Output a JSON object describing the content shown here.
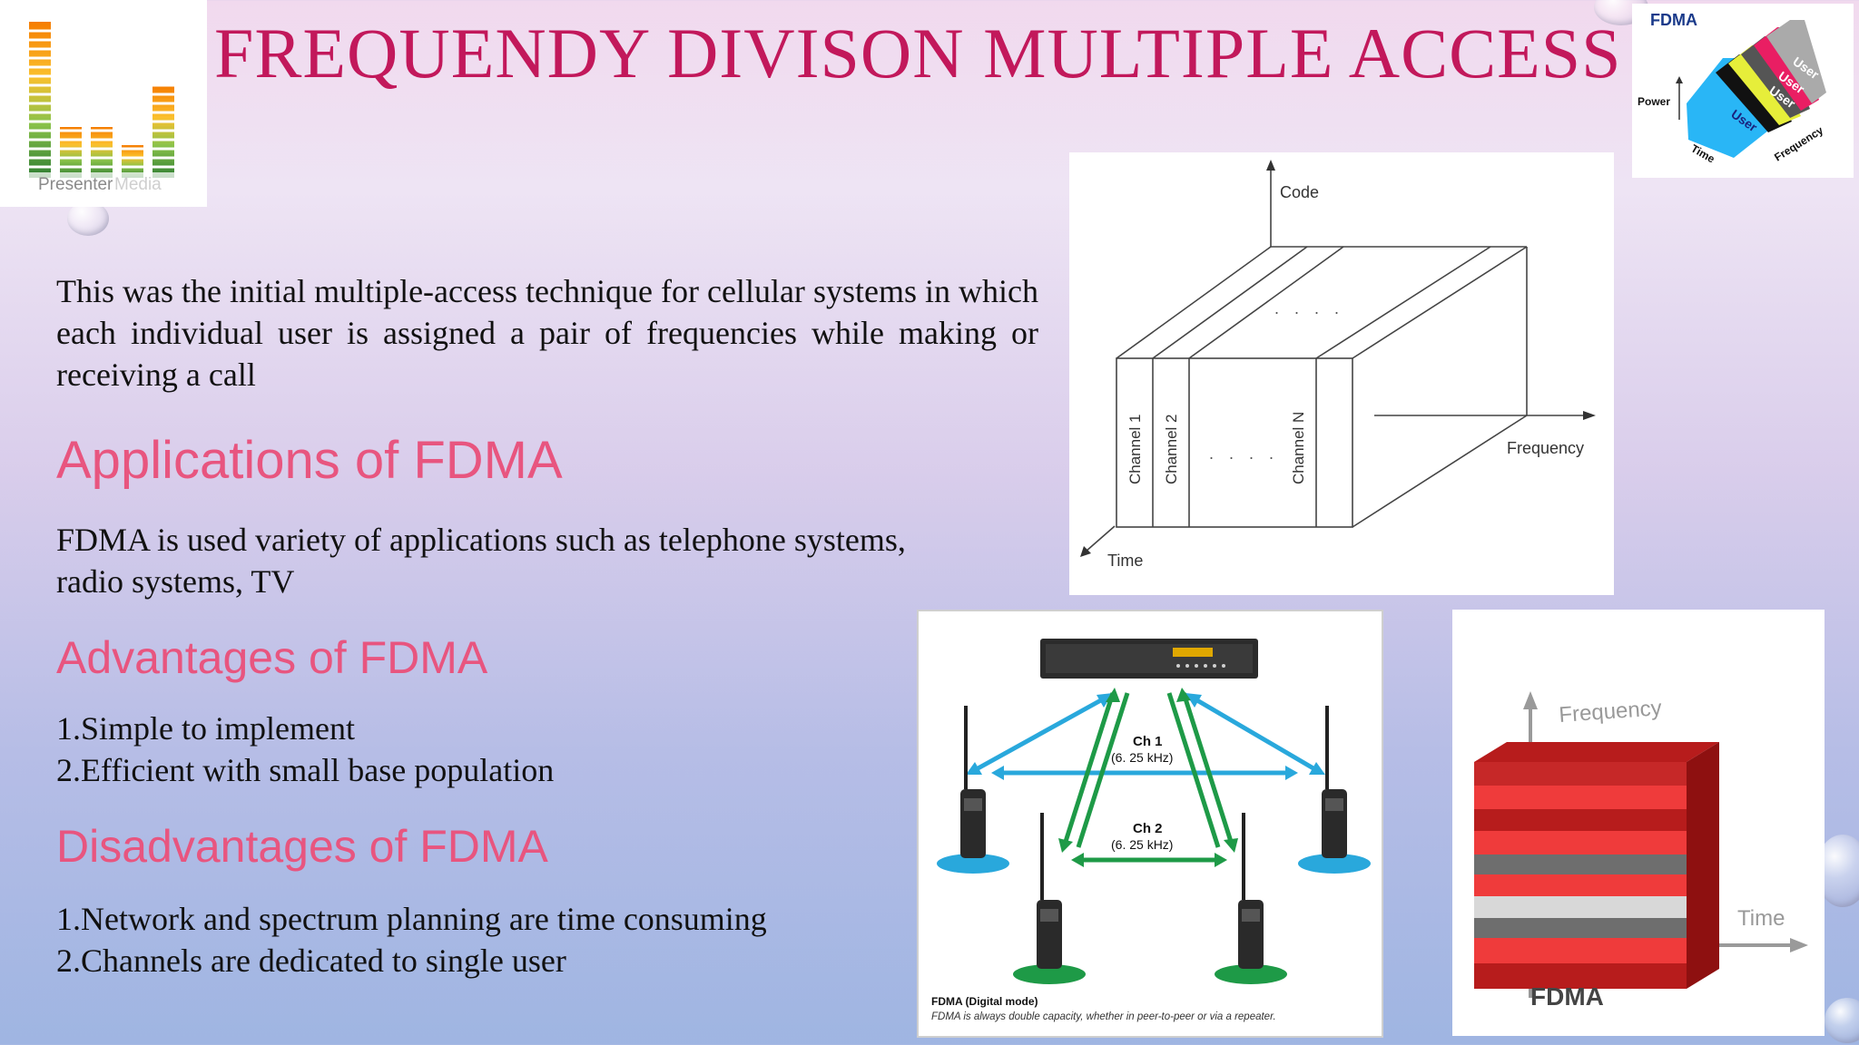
{
  "slide": {
    "title": "FREQUENDY DIVISON MULTIPLE ACCESS",
    "intro": "This was the initial multiple-access technique for cellular systems in which each individual user is assigned a pair of frequencies while making or receiving a call",
    "applications": {
      "heading": "Applications of FDMA",
      "text_line1": "FDMA is used variety of applications such as telephone systems,",
      "text_line2": "radio systems, TV"
    },
    "advantages": {
      "heading": "Advantages of FDMA",
      "items": [
        "1.Simple to implement",
        "2.Efficient with small base population"
      ]
    },
    "disadvantages": {
      "heading": "Disadvantages of FDMA",
      "items": [
        "1.Network and spectrum planning are time consuming",
        "2.Channels are dedicated to single user"
      ]
    }
  },
  "logo": {
    "text_a": "Presenter",
    "text_b": "Media"
  },
  "corner_diagram": {
    "title": "FDMA",
    "power": "Power",
    "time": "Time",
    "frequency": "Frequency",
    "users": [
      "User",
      "User",
      "User",
      "User"
    ]
  },
  "channel_diagram": {
    "code": "Code",
    "frequency": "Frequency",
    "time": "Time",
    "channels": [
      "Channel 1",
      "Channel 2",
      "Channel N"
    ],
    "dots": ". . . ."
  },
  "radio_diagram": {
    "ch1": "Ch 1",
    "ch1_bw": "(6. 25 kHz)",
    "ch2": "Ch 2",
    "ch2_bw": "(6. 25 kHz)",
    "caption_title": "FDMA (Digital mode)",
    "caption_text": "FDMA is always double capacity, whether in peer-to-peer or via a repeater."
  },
  "block_diagram": {
    "frequency": "Frequency",
    "time": "Time",
    "label": "FDMA"
  },
  "colors": {
    "title": "#c2185b",
    "heading": "#e8557f",
    "blue_arrow": "#29a8dc",
    "green_arrow": "#1e9a47"
  }
}
